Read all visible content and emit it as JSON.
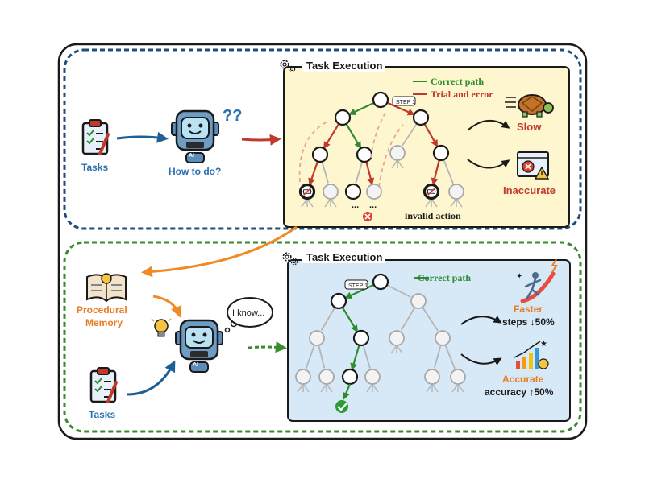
{
  "top_panel": {
    "tasks_label": "Tasks",
    "how_label": "How to do?",
    "ai_badge": "AI",
    "qmarks": "??",
    "execution_title": "Task Execution",
    "legend_correct": "Correct path",
    "legend_trial": "Trial and error",
    "step_tag": "STEP 1",
    "ellipsis": "...",
    "invalid_action": "invalid action",
    "slow_label": "Slow",
    "inaccurate_label": "Inaccurate"
  },
  "bottom_panel": {
    "memory_label_line1": "Procedural",
    "memory_label_line2": "Memory",
    "thought_bubble": "I know...",
    "ai_badge": "AI",
    "tasks_label": "Tasks",
    "execution_title": "Task Execution",
    "legend_correct": "Correct path",
    "step_tag": "STEP 1",
    "faster_label": "Faster",
    "steps_stat": "steps ↓50%",
    "accurate_label": "Accurate",
    "accuracy_stat": "accuracy ↑50%"
  },
  "colors": {
    "top_border": "#1f4e79",
    "bottom_border": "#3a8a2e",
    "top_panel_bg": "#fdf6cf",
    "bottom_panel_bg": "#d7e8f7",
    "correct_path": "#2e8b2e",
    "trial_error": "#c0392b",
    "tasks_text": "#2a6fad",
    "memory_text": "#e67e22",
    "slow_text": "#c0392b",
    "faster_text": "#e67e22"
  },
  "icons": [
    "clipboard-icon",
    "robot-icon",
    "gear-icon",
    "turtle-icon",
    "error-window-icon",
    "book-lightbulb-icon",
    "lightbulb-icon",
    "checkmark-icon",
    "cross-icon",
    "runner-icon",
    "bar-chart-icon",
    "banned-icon"
  ]
}
